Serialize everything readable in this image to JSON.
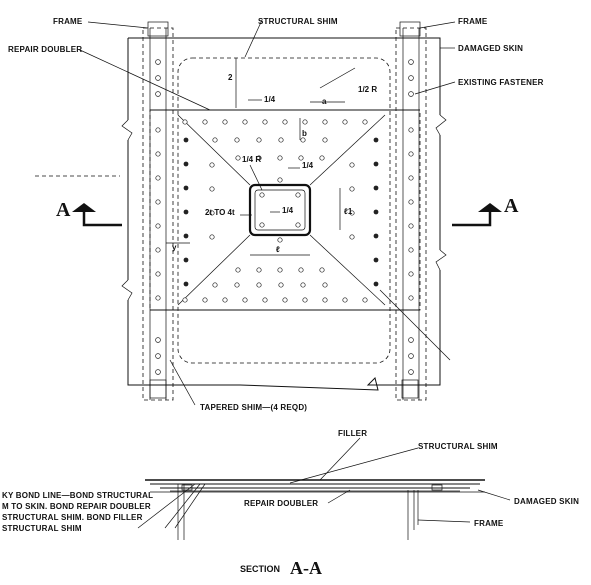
{
  "callouts": {
    "frame_left": "FRAME",
    "structural_shim_top": "STRUCTURAL SHIM",
    "frame_right": "FRAME",
    "repair_doubler_top": "REPAIR DOUBLER",
    "damaged_skin_top": "DAMAGED SKIN",
    "existing_fastener": "EXISTING FASTENER",
    "tapered_shim": "TAPERED SHIM—(4 REQD)"
  },
  "dimensions": {
    "two": "2",
    "quarter_top": "1/4",
    "a": "a",
    "half_r": "1/2 R",
    "b": "b",
    "quarter_r": "1/4 R",
    "quarter_mid": "1/4",
    "quarter_inner": "1/4",
    "two_t_to_four_t": "2t TO 4t",
    "l1": "ℓ1",
    "l": "ℓ",
    "y": "y"
  },
  "section_marks": {
    "left_letter": "A",
    "right_letter": "A"
  },
  "section_view": {
    "filler": "FILLER",
    "structural_shim": "STRUCTURAL SHIM",
    "damaged_skin": "DAMAGED SKIN",
    "repair_doubler": "REPAIR DOUBLER",
    "frame": "FRAME",
    "note_lines": [
      "KY BOND LINE—BOND STRUCTURAL",
      "M TO SKIN. BOND REPAIR DOUBLER",
      "STRUCTURAL SHIM. BOND FILLER",
      "STRUCTURAL SHIM"
    ],
    "title_prefix": "SECTION",
    "title_letters": "A-A"
  }
}
